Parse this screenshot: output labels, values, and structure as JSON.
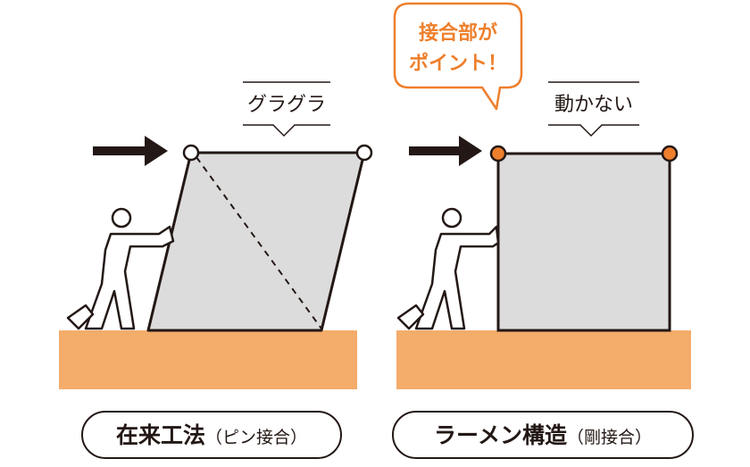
{
  "left_panel": {
    "annotation": "グラグラ",
    "caption_main": "在来工法",
    "caption_sub": "（ピン接合）"
  },
  "right_panel": {
    "annotation": "動かない",
    "callout_line1": "接合部が",
    "callout_line2": "ポイント！",
    "caption_main": "ラーメン構造",
    "caption_sub": "（剛接合）"
  },
  "colors": {
    "ground": "#f4ac6a",
    "wall_fill": "#dcdcdc",
    "stroke": "#231815",
    "rigid_joint": "#ee7f2c",
    "callout_border": "#ee7f2c"
  }
}
